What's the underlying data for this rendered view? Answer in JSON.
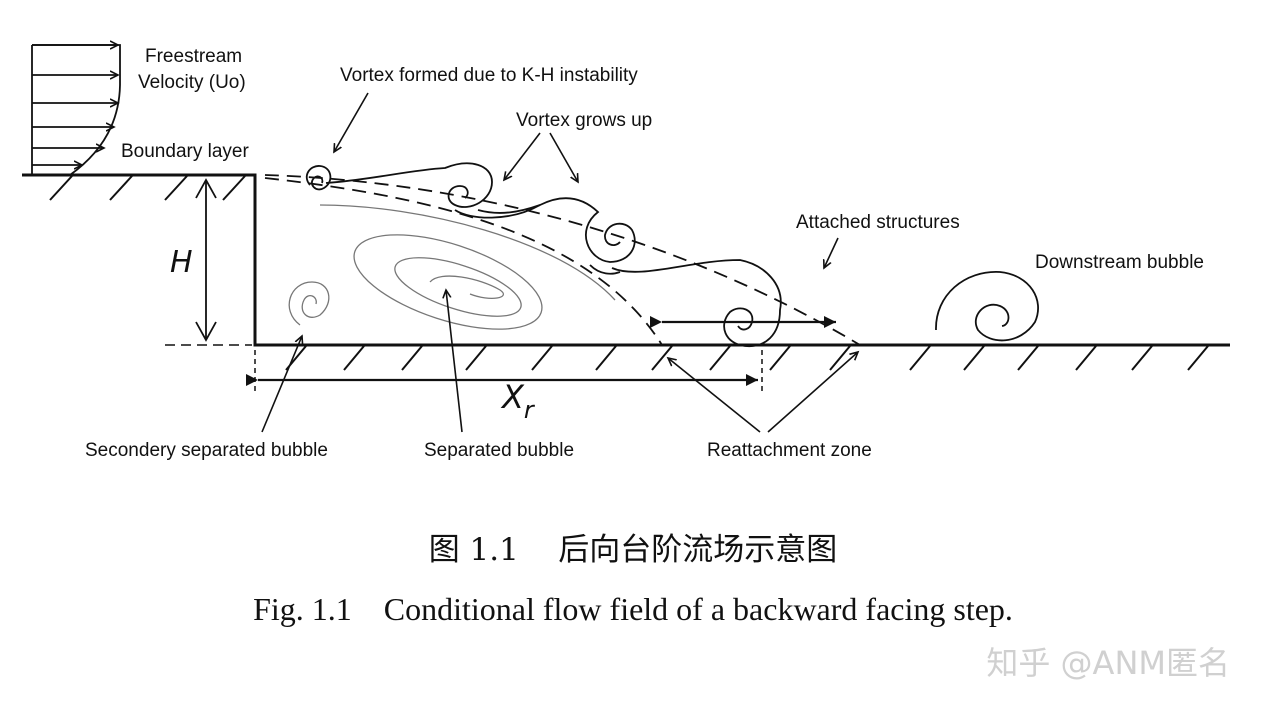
{
  "diagram": {
    "labels": {
      "freestream_line1": "Freestream",
      "freestream_line2": "Velocity (Uo)",
      "kh_vortex": "Vortex formed due to K-H instability",
      "vortex_grows": "Vortex grows up",
      "boundary_layer": "Boundary layer",
      "attached_structures": "Attached structures",
      "downstream_bubble": "Downstream bubble",
      "step_height": "H",
      "reattach_length": "X",
      "reattach_length_sub": "r",
      "secondary_bubble": "Secondery separated bubble",
      "separated_bubble": "Separated bubble",
      "reattachment_zone": "Reattachment zone"
    }
  },
  "captions": {
    "zh": "图 1.1    后向台阶流场示意图",
    "en": "Fig. 1.1    Conditional flow field of a backward facing step."
  },
  "watermark": "知乎 @ANM匿名"
}
